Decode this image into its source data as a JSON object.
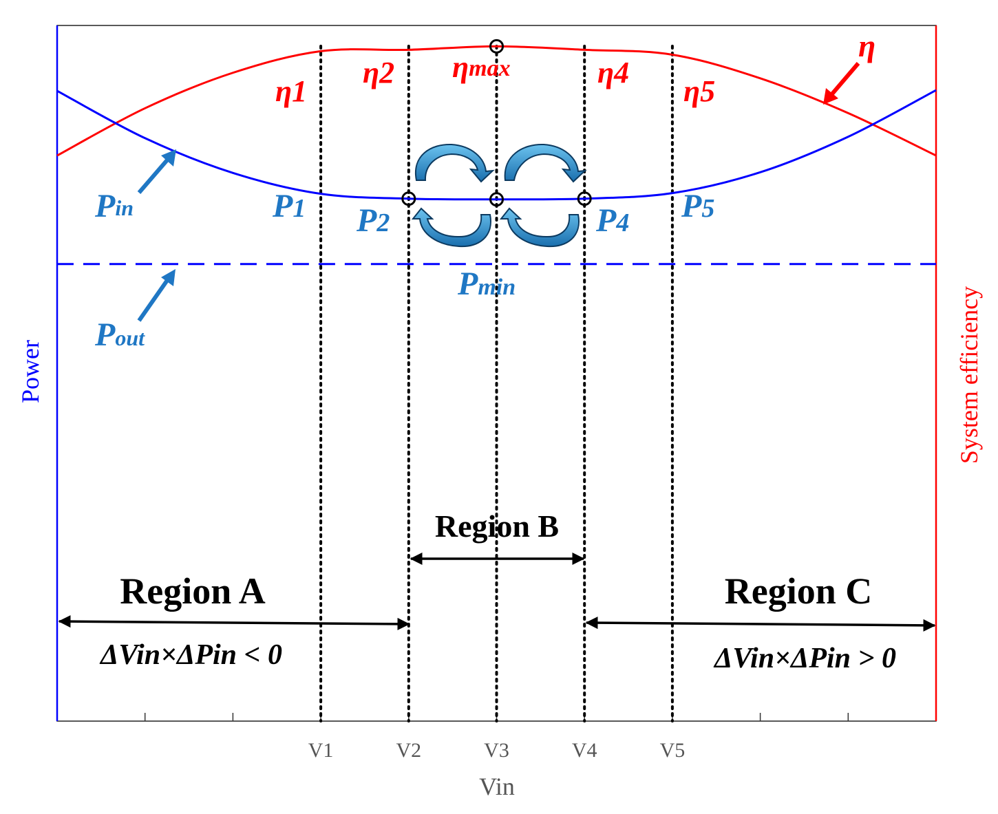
{
  "chart_data": {
    "type": "line",
    "title": "",
    "xlabel": "Vin",
    "ylabel_left": "Power",
    "ylabel_right": "System efficiency",
    "x_ticks": [
      "",
      "",
      "",
      "V1",
      "V2",
      "V3",
      "V4",
      "V5",
      "",
      ""
    ],
    "xlim": [
      0,
      10
    ],
    "ylim": [
      0,
      10
    ],
    "grid": false,
    "series": [
      {
        "name": "η",
        "color": "#ff0000",
        "style": "solid",
        "x": [
          0,
          1,
          2,
          3,
          4,
          5,
          6,
          7,
          8,
          9,
          10
        ],
        "y": [
          8.13,
          8.81,
          9.32,
          9.63,
          9.65,
          9.7,
          9.65,
          9.58,
          9.24,
          8.74,
          8.13
        ]
      },
      {
        "name": "Pin",
        "color": "#0000ff",
        "style": "solid",
        "x": [
          0,
          1,
          2,
          3,
          4,
          5,
          6,
          7,
          8,
          9,
          10
        ],
        "y": [
          9.06,
          8.38,
          7.88,
          7.58,
          7.51,
          7.5,
          7.51,
          7.59,
          7.89,
          8.4,
          9.07
        ]
      },
      {
        "name": "Pout",
        "color": "#0000ff",
        "style": "dashed",
        "x": [
          0,
          10
        ],
        "y": [
          6.57,
          6.57
        ]
      }
    ],
    "vertical_markers": [
      {
        "label": "V1",
        "x": 3
      },
      {
        "label": "V2",
        "x": 4
      },
      {
        "label": "V3",
        "x": 5
      },
      {
        "label": "V4",
        "x": 6
      },
      {
        "label": "V5",
        "x": 7
      }
    ],
    "marked_points": [
      {
        "series": "η",
        "x": 5,
        "y": 9.7
      },
      {
        "series": "Pin",
        "x": 4,
        "y": 7.51
      },
      {
        "series": "Pin",
        "x": 5,
        "y": 7.5
      },
      {
        "series": "Pin",
        "x": 6,
        "y": 7.51
      }
    ],
    "annotations": {
      "eta": {
        "main": "η",
        "sub": ""
      },
      "eta1": {
        "main": "η",
        "sub": "1"
      },
      "eta2": {
        "main": "η",
        "sub": "2"
      },
      "etamax": {
        "main": "η",
        "sub": "max"
      },
      "eta4": {
        "main": "η",
        "sub": "4"
      },
      "eta5": {
        "main": "η",
        "sub": "5"
      },
      "pin": {
        "main": "P",
        "sub": "in"
      },
      "p1": {
        "main": "P",
        "sub": "1"
      },
      "p2": {
        "main": "P",
        "sub": "2"
      },
      "p4": {
        "main": "P",
        "sub": "4"
      },
      "p5": {
        "main": "P",
        "sub": "5"
      },
      "pmin": {
        "main": "P",
        "sub": "min"
      },
      "pout": {
        "main": "P",
        "sub": "out"
      }
    },
    "regions": {
      "a": {
        "label": "Region A",
        "x_range": [
          0,
          4
        ],
        "condition": "ΔVin×ΔPin < 0"
      },
      "b": {
        "label": "Region B",
        "x_range": [
          4,
          6
        ],
        "condition": ""
      },
      "c": {
        "label": "Region C",
        "x_range": [
          6,
          10
        ],
        "condition": "ΔVin×ΔPin > 0"
      }
    },
    "colors": {
      "efficiency": "#ff0000",
      "power": "#0000ff",
      "annotation_power": "#1f77c4",
      "cycle_arrow": "#2e86c8"
    }
  }
}
